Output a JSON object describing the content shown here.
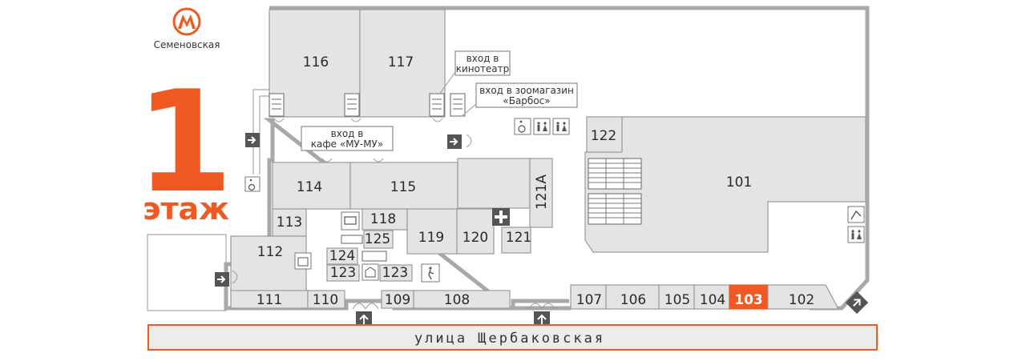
{
  "metro": {
    "name": "Семеновская",
    "logo_letter": "M",
    "logo_color": "#f05a22"
  },
  "floor": {
    "number": "1",
    "label": "этаж",
    "accent": "#f05a22"
  },
  "street": {
    "name": "улица Щербаковская"
  },
  "callouts": {
    "cinema": [
      "вход в",
      "кинотеатр"
    ],
    "zoo": [
      "вход в зоомагазин",
      "«Барбос»"
    ],
    "cafe": [
      "вход в",
      "кафе «МУ-МУ»"
    ]
  },
  "rooms": [
    {
      "id": "116",
      "label": "116"
    },
    {
      "id": "117",
      "label": "117"
    },
    {
      "id": "122",
      "label": "122"
    },
    {
      "id": "101",
      "label": "101"
    },
    {
      "id": "114",
      "label": "114"
    },
    {
      "id": "115",
      "label": "115"
    },
    {
      "id": "121a",
      "label": "121А"
    },
    {
      "id": "113",
      "label": "113"
    },
    {
      "id": "118",
      "label": "118"
    },
    {
      "id": "119",
      "label": "119"
    },
    {
      "id": "120",
      "label": "120"
    },
    {
      "id": "121",
      "label": "121"
    },
    {
      "id": "125",
      "label": "125"
    },
    {
      "id": "112",
      "label": "112"
    },
    {
      "id": "124",
      "label": "124"
    },
    {
      "id": "123a",
      "label": "123"
    },
    {
      "id": "123b",
      "label": "123"
    },
    {
      "id": "111",
      "label": "111"
    },
    {
      "id": "110",
      "label": "110"
    },
    {
      "id": "109",
      "label": "109"
    },
    {
      "id": "108",
      "label": "108"
    },
    {
      "id": "107",
      "label": "107"
    },
    {
      "id": "106",
      "label": "106"
    },
    {
      "id": "105",
      "label": "105"
    },
    {
      "id": "104",
      "label": "104"
    },
    {
      "id": "103",
      "label": "103",
      "highlighted": true
    },
    {
      "id": "102",
      "label": "102"
    }
  ],
  "icons": [
    "metro-logo-icon",
    "wheelchair-icon",
    "restroom-icon",
    "family-restroom-icon",
    "first-aid-icon",
    "escalator-icon",
    "arrow-right-icon",
    "arrow-up-icon",
    "atm-icon",
    "stairs-icon",
    "emergency-exit-icon",
    "info-kiosk-icon",
    "shoe-repair-icon"
  ]
}
